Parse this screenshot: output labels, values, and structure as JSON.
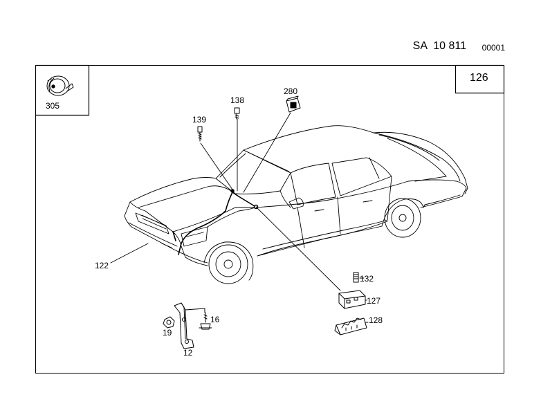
{
  "header": {
    "prefix": "SA",
    "group": "10 811",
    "code": "00001"
  },
  "page_box": {
    "number": "126"
  },
  "inset": {
    "part_number": "305"
  },
  "callouts": [
    {
      "id": "c139",
      "number": "139"
    },
    {
      "id": "c138",
      "number": "138"
    },
    {
      "id": "c280",
      "number": "280"
    },
    {
      "id": "c122",
      "number": "122"
    },
    {
      "id": "c132",
      "number": "132"
    },
    {
      "id": "c127",
      "number": "127"
    },
    {
      "id": "c128",
      "number": "128"
    },
    {
      "id": "c16",
      "number": "16"
    },
    {
      "id": "c19",
      "number": "19"
    },
    {
      "id": "c12",
      "number": "12"
    }
  ]
}
